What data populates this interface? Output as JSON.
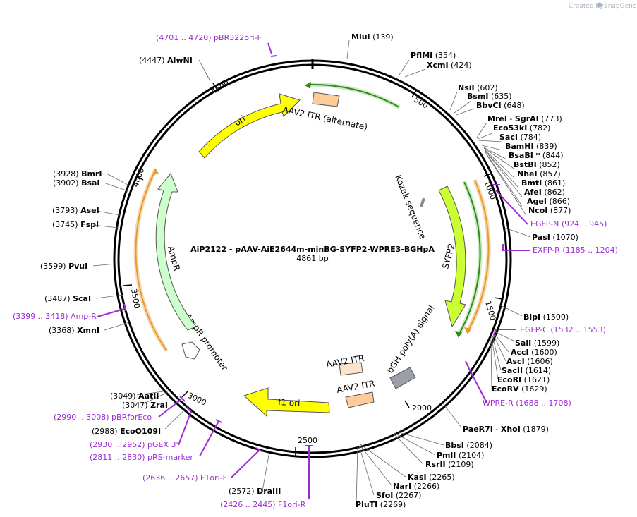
{
  "credit": {
    "prefix": "Created by",
    "brand": "SnapGene"
  },
  "plasmid": {
    "name": "AiP2122 - pAAV-AiE2644m-minBG-SYFP2-WPRE3-BGHpA",
    "size": "4861 bp"
  },
  "ticks": [
    "500",
    "1000",
    "1500",
    "2000",
    "2500",
    "3000",
    "3500",
    "4000",
    "4500"
  ],
  "sites": [
    {
      "name": "MluI",
      "pos": "(139)"
    },
    {
      "name": "PflMI",
      "pos": "(354)"
    },
    {
      "name": "XcmI",
      "pos": "(424)"
    },
    {
      "name": "NsiI",
      "pos": "(602)"
    },
    {
      "name": "BsmI",
      "pos": "(635)"
    },
    {
      "name": "BbvCI",
      "pos": "(648)"
    },
    {
      "name": "MreI",
      "sep": " - ",
      "name2": "SgrAI",
      "pos": "(773)"
    },
    {
      "name": "Eco53kI",
      "pos": "(782)"
    },
    {
      "name": "SacI",
      "pos": "(784)"
    },
    {
      "name": "BamHI",
      "pos": "(839)"
    },
    {
      "name": "BsaBI *",
      "pos": "(844)"
    },
    {
      "name": "BstBI",
      "pos": "(852)"
    },
    {
      "name": "NheI",
      "pos": "(857)"
    },
    {
      "name": "BmtI",
      "pos": "(861)"
    },
    {
      "name": "AfeI",
      "pos": "(862)"
    },
    {
      "name": "AgeI",
      "pos": "(866)"
    },
    {
      "name": "NcoI",
      "pos": "(877)"
    },
    {
      "name": "PasI",
      "pos": "(1070)"
    },
    {
      "name": "BlpI",
      "pos": "(1500)"
    },
    {
      "name": "SalI",
      "pos": "(1599)"
    },
    {
      "name": "AccI",
      "pos": "(1600)"
    },
    {
      "name": "AscI",
      "pos": "(1606)"
    },
    {
      "name": "SacII",
      "pos": "(1614)"
    },
    {
      "name": "EcoRI",
      "pos": "(1621)"
    },
    {
      "name": "EcoRV",
      "pos": "(1629)"
    },
    {
      "name": "PaeR7I",
      "sep": " - ",
      "name2": "XhoI",
      "pos": "(1879)"
    },
    {
      "name": "BbsI",
      "pos": "(2084)"
    },
    {
      "name": "PmlI",
      "pos": "(2104)"
    },
    {
      "name": "RsrII",
      "pos": "(2109)"
    },
    {
      "name": "KasI",
      "pos": "(2265)"
    },
    {
      "name": "NarI",
      "pos": "(2266)"
    },
    {
      "name": "SfoI",
      "pos": "(2267)"
    },
    {
      "name": "PluTI",
      "pos": "(2269)"
    },
    {
      "name": "DraIII",
      "pos": "(2572)"
    },
    {
      "name": "EcoO109I",
      "pos": "(2988)"
    },
    {
      "name": "ZraI",
      "pos": "(3047)"
    },
    {
      "name": "AatII",
      "pos": "(3049)"
    },
    {
      "name": "XmnI",
      "pos": "(3368)"
    },
    {
      "name": "ScaI",
      "pos": "(3487)"
    },
    {
      "name": "PvuI",
      "pos": "(3599)"
    },
    {
      "name": "FspI",
      "pos": "(3745)"
    },
    {
      "name": "AseI",
      "pos": "(3793)"
    },
    {
      "name": "BsaI",
      "pos": "(3902)"
    },
    {
      "name": "BmrI",
      "pos": "(3928)"
    },
    {
      "name": "AlwNI",
      "pos": "(4447)"
    }
  ],
  "primers": [
    {
      "name": "pBR322ori-F",
      "range": "(4701 .. 4720)"
    },
    {
      "name": "EGFP-N",
      "range": "(924 .. 945)"
    },
    {
      "name": "EXFP-R",
      "range": "(1185 .. 1204)"
    },
    {
      "name": "EGFP-C",
      "range": "(1532 .. 1553)"
    },
    {
      "name": "WPRE-R",
      "range": "(1688 .. 1708)"
    },
    {
      "name": "Amp-R",
      "range": "(3399 .. 3418)"
    },
    {
      "name": "pBRforEco",
      "range": "(2990 .. 3008)"
    },
    {
      "name": "pGEX 3'",
      "range": "(2930 .. 2952)"
    },
    {
      "name": "pRS-marker",
      "range": "(2811 .. 2830)"
    },
    {
      "name": "F1ori-F",
      "range": "(2636 .. 2657)"
    },
    {
      "name": "F1ori-R",
      "range": "(2426 .. 2445)"
    }
  ],
  "features": {
    "ori": "ori",
    "itr_alt": "AAV2 ITR (alternate)",
    "kozak": "Kozak sequence",
    "sypf2": "SYFP2",
    "bgh": "bGH poly(A) signal",
    "itr1": "AAV2 ITR",
    "itr2": "AAV2 ITR",
    "f1ori": "f1 ori",
    "ampr_promoter": "AmpR promoter",
    "ampr": "AmpR"
  },
  "colors": {
    "ori": "#ffff00",
    "f1ori": "#ffff00",
    "sypf2": "#ccff33",
    "itr": "#ffcc99",
    "ampr": "#ccffcc",
    "polyA": "#99a0a8",
    "primer": "#9d2bd6",
    "orf_orange": "#e89a2c",
    "orf_green": "#2f8a1f",
    "backbone": "#000000"
  }
}
